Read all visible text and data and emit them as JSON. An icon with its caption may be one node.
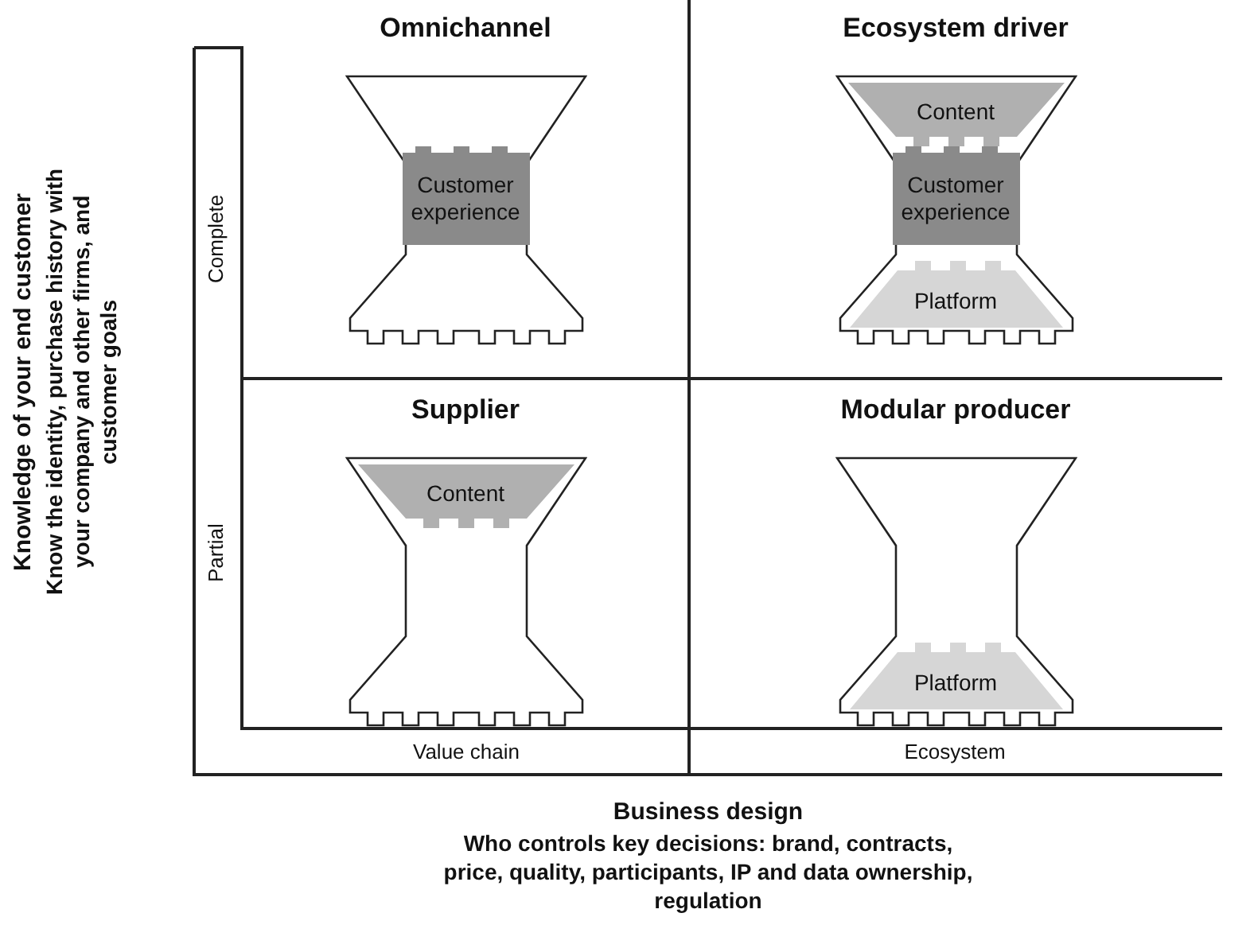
{
  "diagram": {
    "nodes": [
      {
        "text": [
          "Omnichannel"
        ]
      },
      {
        "text": [
          "Customer experience"
        ],
        "in": 0
      },
      {
        "text": [
          "Ecosystem driver"
        ]
      },
      {
        "text": [
          "Content"
        ],
        "in": 2
      },
      {
        "text": [
          "Customer experience"
        ],
        "in": 2
      },
      {
        "text": [
          "Platform"
        ],
        "in": 2
      },
      {
        "text": [
          "Supplier"
        ]
      },
      {
        "text": [
          "Content"
        ],
        "in": 6
      },
      {
        "text": [
          "Modular producer"
        ]
      },
      {
        "text": [
          "Platform"
        ],
        "in": 8
      }
    ],
    "labels": [
      "Knowledge of your end customer",
      "Know the identity, purchase history with your company and other firms, and customer goals",
      "Complete",
      "Partial",
      "Value chain",
      "Ecosystem",
      "Business design",
      "Who controls key decisions: brand, contracts, price, quality, participants, IP and data ownership, regulation"
    ]
  }
}
